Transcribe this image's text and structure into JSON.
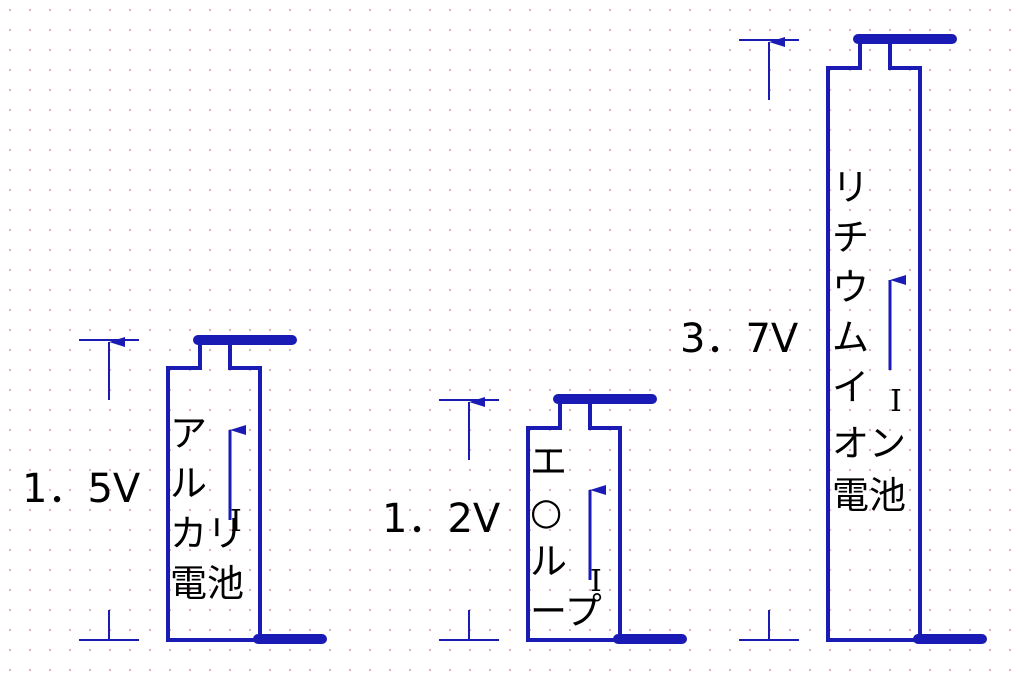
{
  "batteries": [
    {
      "voltage": "1．5V",
      "name_chars": [
        "ア",
        "ル",
        "カリ",
        "電池"
      ],
      "current_label": "I"
    },
    {
      "voltage": "1．2V",
      "name_chars": [
        "エ",
        "○",
        "ル",
        "ープ"
      ],
      "current_label": "I"
    },
    {
      "voltage": "3．7V",
      "name_chars": [
        "リ",
        "チ",
        "ウ",
        "ム",
        "イ",
        "オン",
        "電池"
      ],
      "current_label": "I"
    }
  ],
  "colors": {
    "line": "#1a1ab4",
    "text": "#000000",
    "grid_dot": "#d9b3b3",
    "background": "#ffffff"
  }
}
